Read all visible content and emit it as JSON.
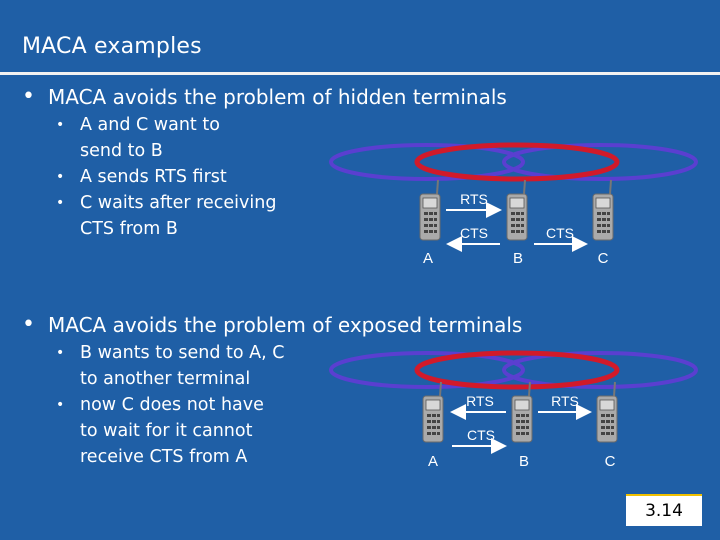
{
  "title": "MACA examples",
  "section1": {
    "bullet": "MACA avoids the problem of hidden terminals",
    "items": [
      "A and C want to\nsend to B",
      "A sends RTS first",
      "C waits after receiving\nCTS from B"
    ],
    "diagram": {
      "labels": [
        "RTS",
        "CTS",
        "CTS"
      ],
      "nodes": [
        "A",
        "B",
        "C"
      ]
    }
  },
  "section2": {
    "bullet": "MACA avoids the problem of exposed terminals",
    "items": [
      "B wants to send to A, C\nto another terminal",
      "now C does not have\nto wait for it cannot\nreceive CTS from A"
    ],
    "diagram": {
      "labels": [
        "RTS",
        "RTS",
        "CTS"
      ],
      "nodes": [
        "A",
        "B",
        "C"
      ]
    }
  },
  "page_number": "3.14",
  "colors": {
    "background": "#1f5fa6",
    "ellipse_blue": "#5a3fd0",
    "ellipse_red": "#d11a2a",
    "arrow_white": "#ffffff"
  }
}
